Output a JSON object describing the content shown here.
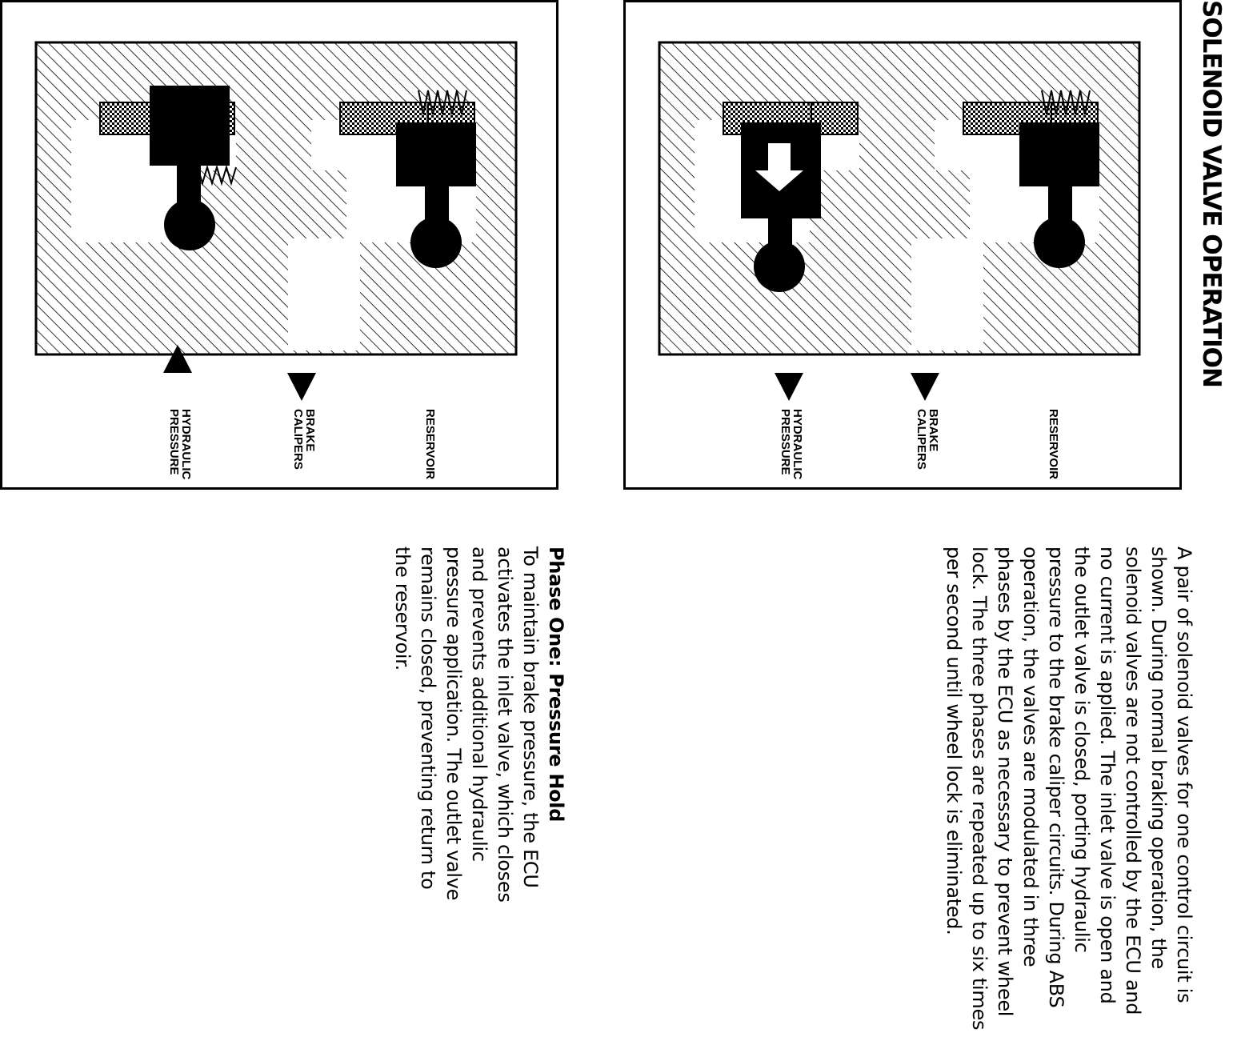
{
  "page": {
    "title": "SOLENOID VALVE OPERATION"
  },
  "figures": [
    {
      "labels": {
        "hydraulic_pressure": "HYDRAULIC\nPRESSURE",
        "brake_calipers": "BRAKE\nCALIPERS",
        "reservoir": "RESERVOIR"
      },
      "state": {
        "inlet_valve": "open",
        "outlet_valve": "closed",
        "pressure_arrow": "toward-valve",
        "caliper_arrow": "toward-caliper"
      }
    },
    {
      "labels": {
        "hydraulic_pressure": "HYDRAULIC\nPRESSURE",
        "brake_calipers": "BRAKE\nCALIPERS",
        "reservoir": "RESERVOIR"
      },
      "state": {
        "inlet_valve": "closed",
        "outlet_valve": "closed",
        "plunger_arrow": "down",
        "caliper_arrow": "toward-caliper"
      }
    }
  ],
  "intro": {
    "text": "A pair of solenoid valves for one control circuit is shown. During normal braking operation, the solenoid valves are not controlled by the ECU and no current is applied. The inlet valve is open and the outlet valve is closed, porting hydraulic pressure to the brake caliper circuits. During ABS operation, the valves are modulated in three phases by the ECU as necessary to prevent wheel lock. The three phases are repeated up to six times per second until wheel lock is eliminated."
  },
  "phase_one": {
    "heading": "Phase One: Pressure Hold",
    "text": "To maintain brake pressure, the ECU activates the inlet valve, which closes and prevents additional hydraulic pressure application. The outlet valve remains closed, preventing return to the reservoir."
  },
  "colors": {
    "ink": "#000000",
    "paper": "#ffffff"
  },
  "icons": [
    "hatch-pattern",
    "crosshatch-coil",
    "spring-icon",
    "triangle-arrow-icon",
    "down-arrow-icon"
  ]
}
